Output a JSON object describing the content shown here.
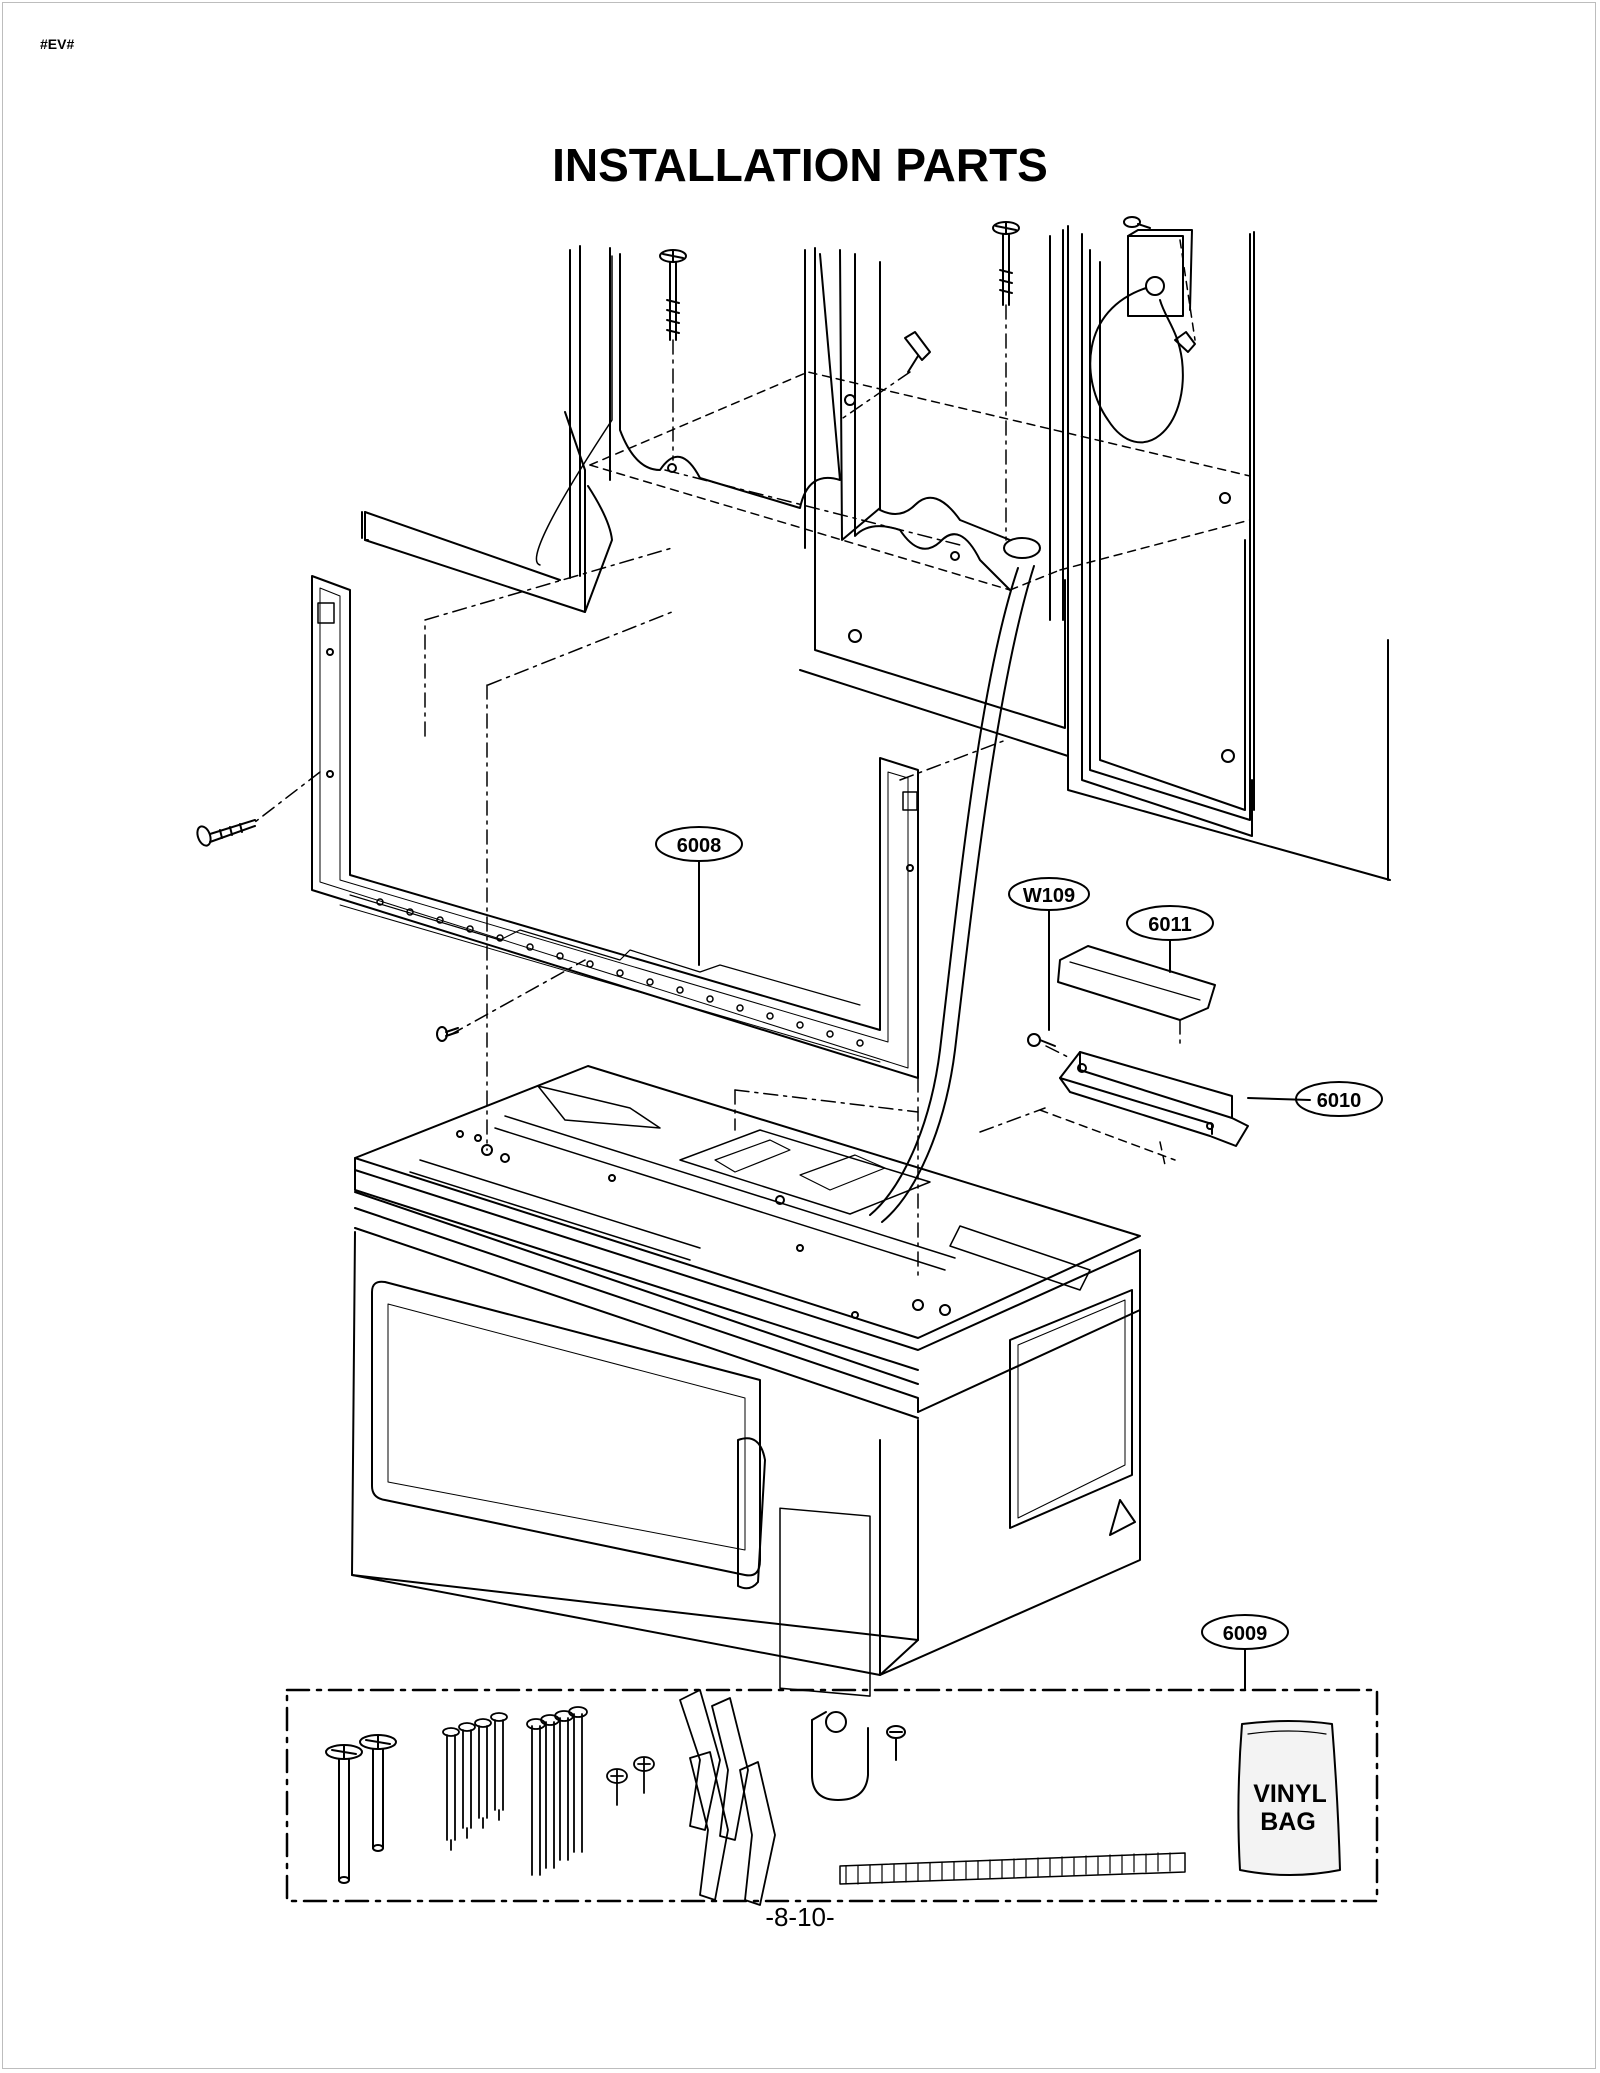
{
  "header": {
    "code": "#EV#"
  },
  "title": "INSTALLATION PARTS",
  "callouts": {
    "c6008": "6008",
    "cW109": "W109",
    "c6011": "6011",
    "c6010": "6010",
    "c6009": "6009"
  },
  "vinyl_bag": {
    "line1": "VINYL",
    "line2": "BAG"
  },
  "footer": {
    "page_number": "-8-10-"
  }
}
